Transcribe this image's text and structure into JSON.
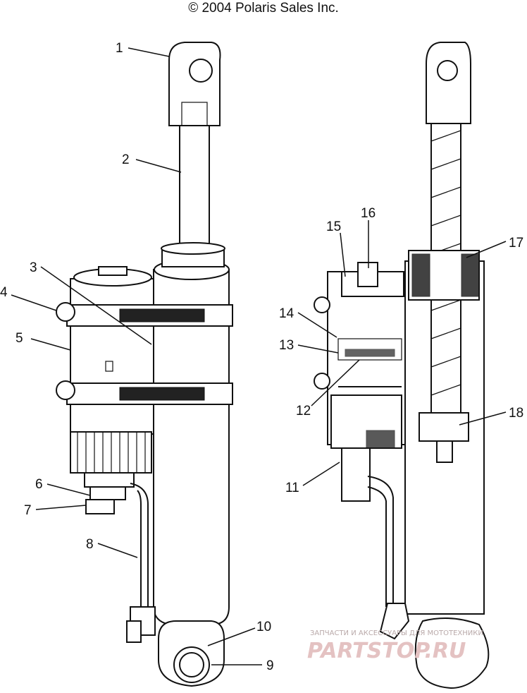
{
  "copyright": "© 2004 Polaris Sales Inc.",
  "callouts": [
    {
      "id": "1",
      "label": "1"
    },
    {
      "id": "2",
      "label": "2"
    },
    {
      "id": "3",
      "label": "3"
    },
    {
      "id": "4",
      "label": "4"
    },
    {
      "id": "5",
      "label": "5"
    },
    {
      "id": "6",
      "label": "6"
    },
    {
      "id": "7",
      "label": "7"
    },
    {
      "id": "8",
      "label": "8"
    },
    {
      "id": "9",
      "label": "9"
    },
    {
      "id": "10",
      "label": "10"
    },
    {
      "id": "11",
      "label": "11"
    },
    {
      "id": "12",
      "label": "12"
    },
    {
      "id": "13",
      "label": "13"
    },
    {
      "id": "14",
      "label": "14"
    },
    {
      "id": "15",
      "label": "15"
    },
    {
      "id": "16",
      "label": "16"
    },
    {
      "id": "17",
      "label": "17"
    },
    {
      "id": "18",
      "label": "18"
    }
  ],
  "watermark": {
    "top_text": "ЗАПЧАСТИ И АКСЕССУАРЫ ДЛЯ МОТОТЕХНИКИ",
    "brand": "PARTSTOP.RU"
  }
}
